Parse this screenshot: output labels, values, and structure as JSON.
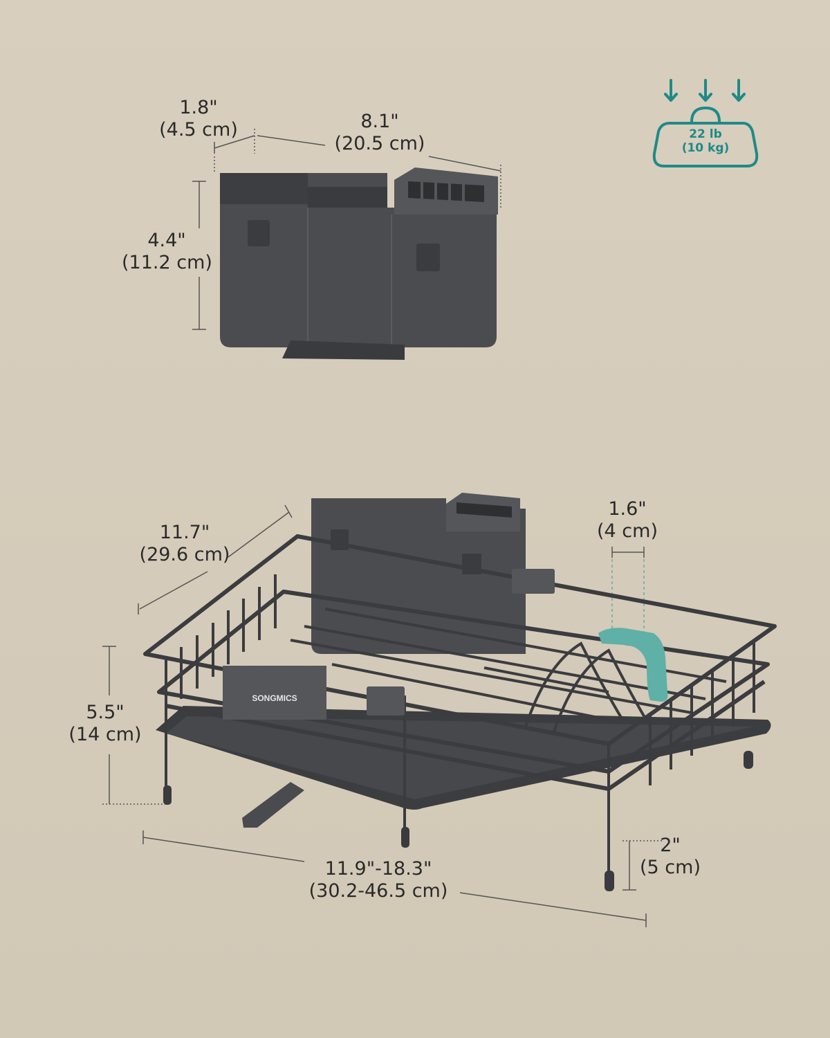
{
  "dimensions": {
    "holder_depth": {
      "in": "1.8\"",
      "cm": "(4.5 cm)"
    },
    "holder_width": {
      "in": "8.1\"",
      "cm": "(20.5 cm)"
    },
    "holder_height": {
      "in": "4.4\"",
      "cm": "(11.2 cm)"
    },
    "rack_depth": {
      "in": "11.7\"",
      "cm": "(29.6 cm)"
    },
    "slot_width": {
      "in": "1.6\"",
      "cm": "(4 cm)"
    },
    "rack_height": {
      "in": "5.5\"",
      "cm": "(14 cm)"
    },
    "spout_height": {
      "in": "2\"",
      "cm": "(5 cm)"
    },
    "rack_length": {
      "in": "11.9\"-18.3\"",
      "cm": "(30.2-46.5 cm)"
    }
  },
  "weight_capacity": {
    "lb": "22 lb",
    "kg": "(10 kg)",
    "icon": "weight-capacity-icon",
    "color": "#1f8a86"
  },
  "brand_label": "SONGMICS",
  "colors": {
    "background": "#d6cdbd",
    "product": "#4a4b4e",
    "accent": "#5fb0a6"
  }
}
